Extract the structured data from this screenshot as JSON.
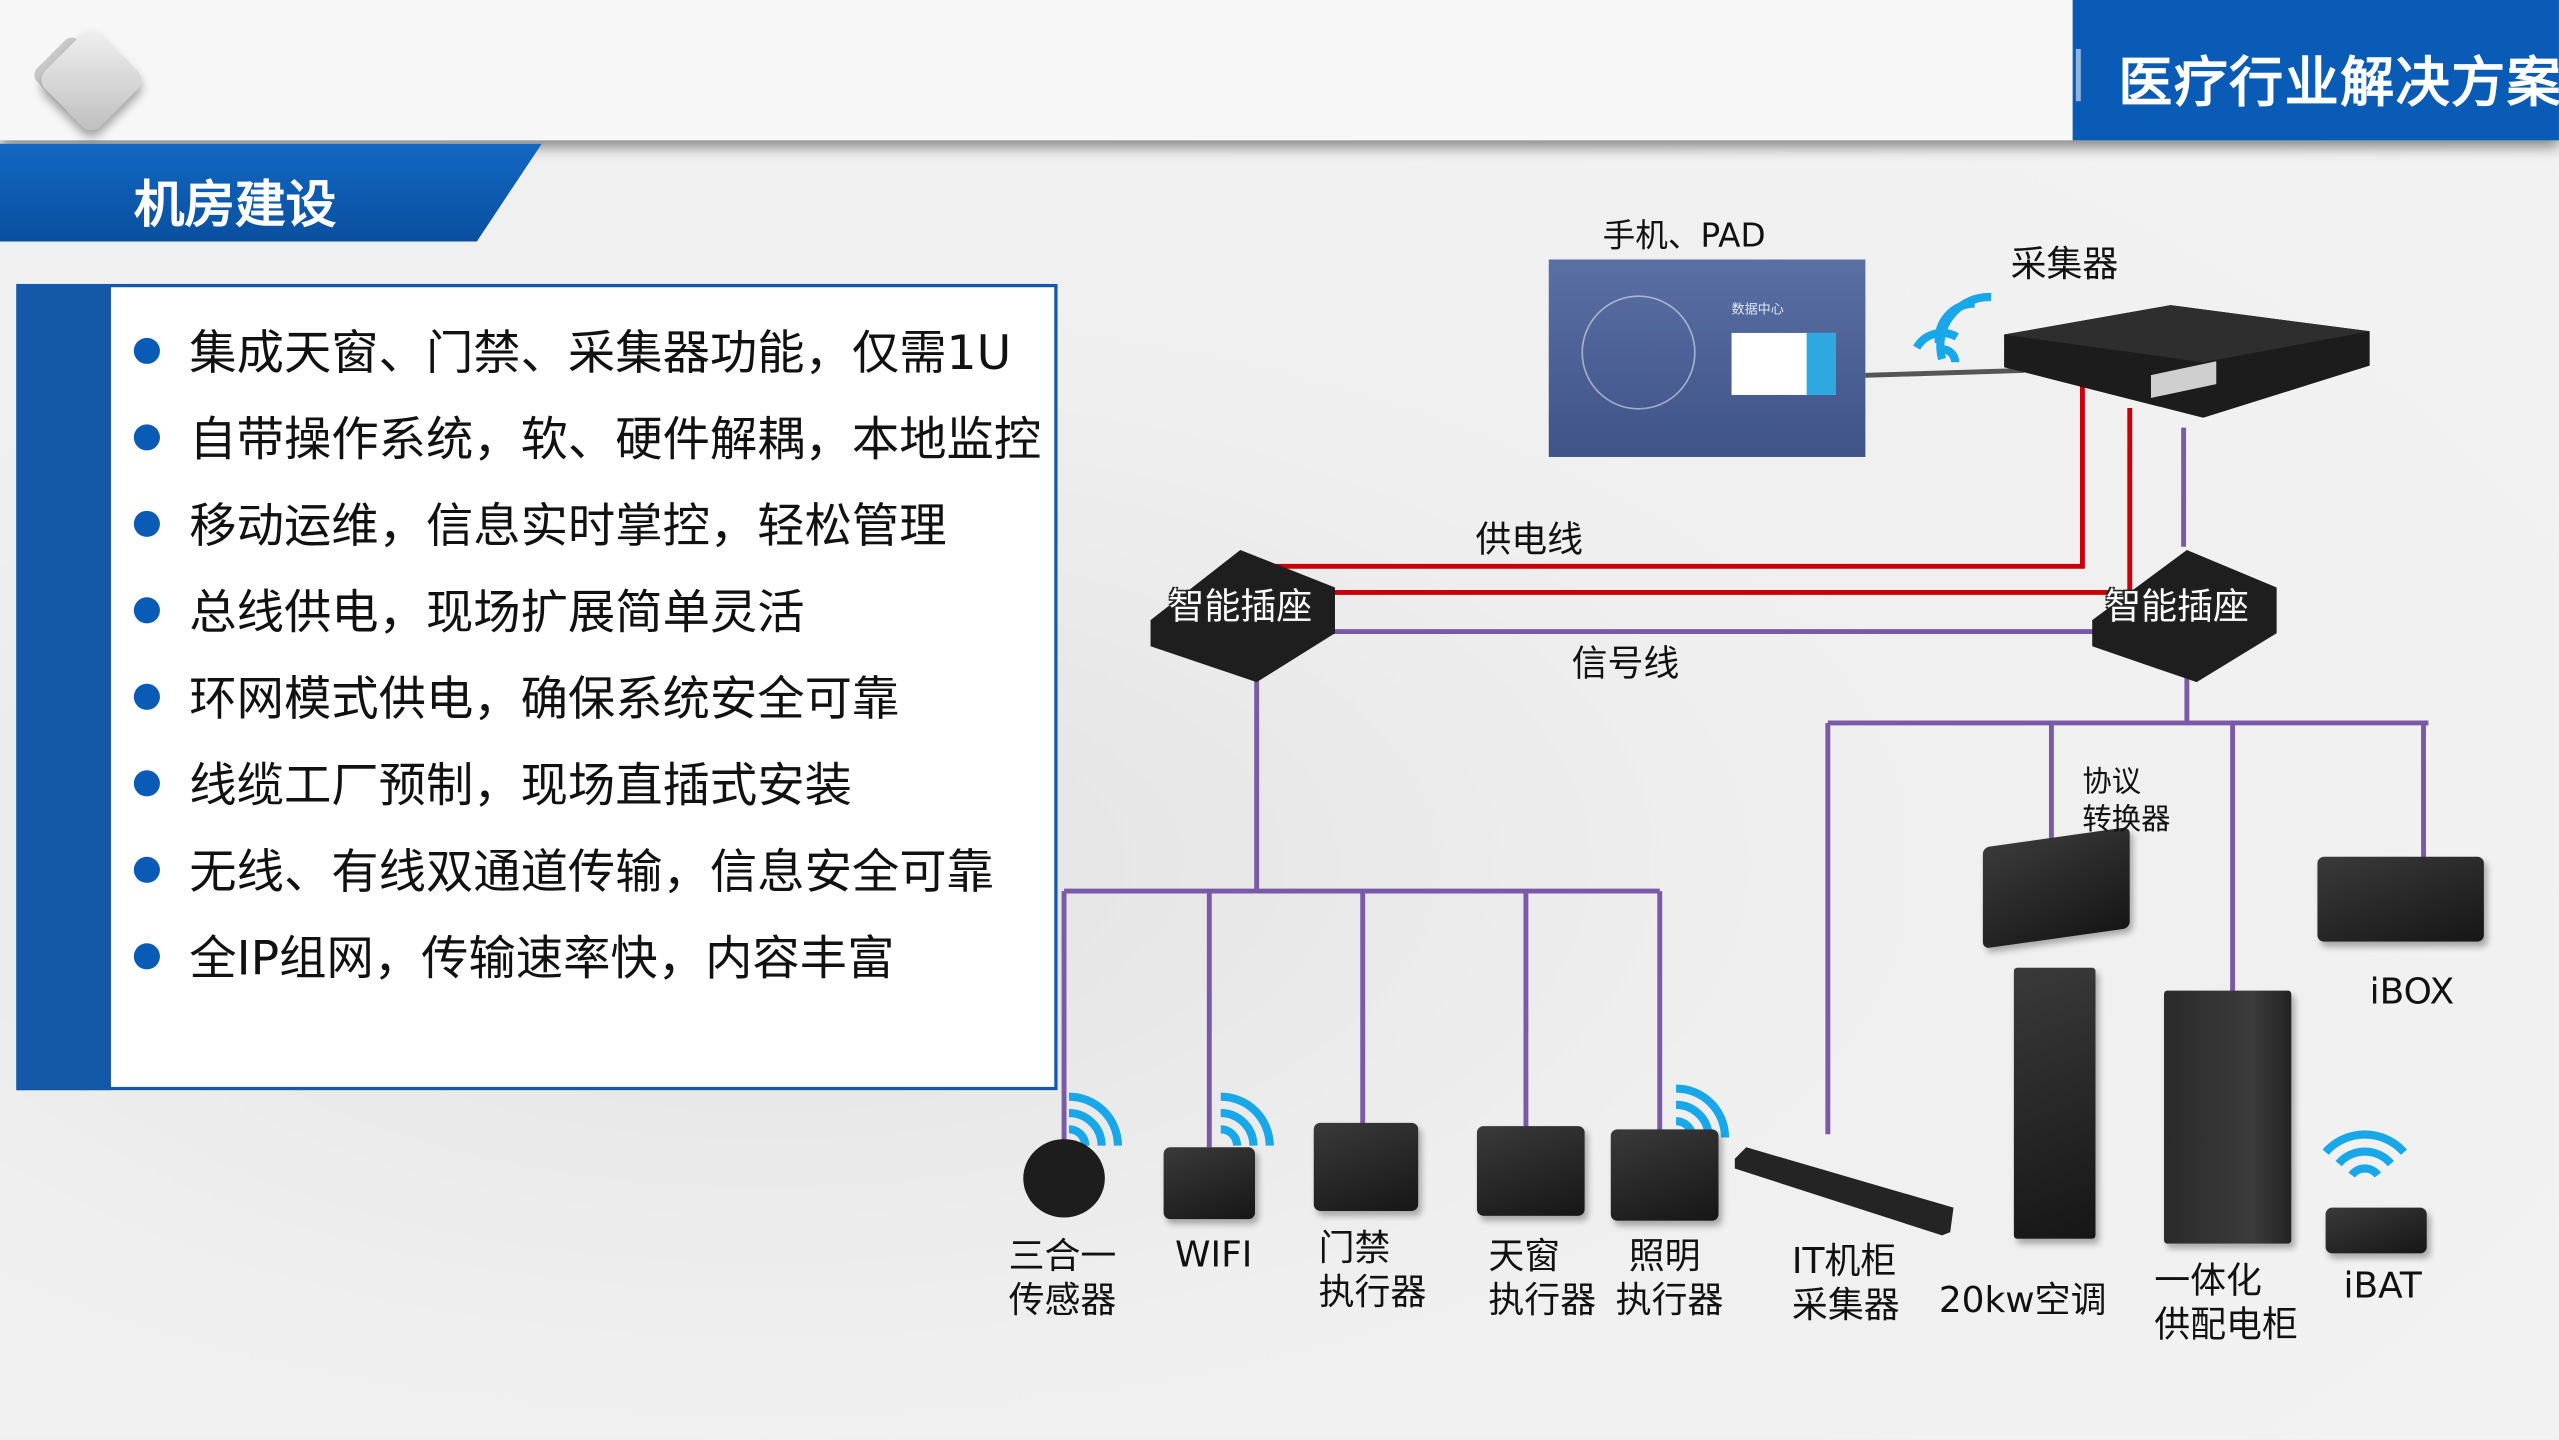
{
  "header": {
    "title": "医疗行业解决方案"
  },
  "section": {
    "title": "机房建设"
  },
  "features": [
    "集成天窗、门禁、采集器功能，仅需1U",
    "自带操作系统，软、硬件解耦，本地监控",
    "移动运维，信息实时掌控，轻松管理",
    "总线供电，现场扩展简单灵活",
    "环网模式供电，确保系统安全可靠",
    "线缆工厂预制，现场直插式安装",
    "无线、有线双通道传输，信息安全可靠",
    "全IP组网，传输速率快，内容丰富"
  ],
  "diagram": {
    "mobile_label": "手机、PAD",
    "screen_title": "数据中心",
    "collector_label": "采集器",
    "power_line_label": "供电线",
    "signal_line_label": "信号线",
    "socket_left": "智能插座",
    "socket_right": "智能插座",
    "protocol_converter": [
      "协议",
      "转换器"
    ],
    "ibox": "iBOX",
    "devices": {
      "sensor": [
        "三合一",
        "传感器"
      ],
      "wifi": "WIFI",
      "door": [
        "门禁",
        "执行器"
      ],
      "skylight": [
        "天窗",
        "执行器"
      ],
      "lighting": [
        "照明",
        "执行器"
      ],
      "it_collector": [
        "IT机柜",
        "采集器"
      ],
      "ac": "20kw空调",
      "power_cabinet": [
        "一体化",
        "供配电柜"
      ],
      "ibat": "iBAT"
    },
    "colors": {
      "power": "#c8000a",
      "signal": "#7a5aa8",
      "wifi": "#18a8ea",
      "brand": "#0a5bb5"
    }
  }
}
